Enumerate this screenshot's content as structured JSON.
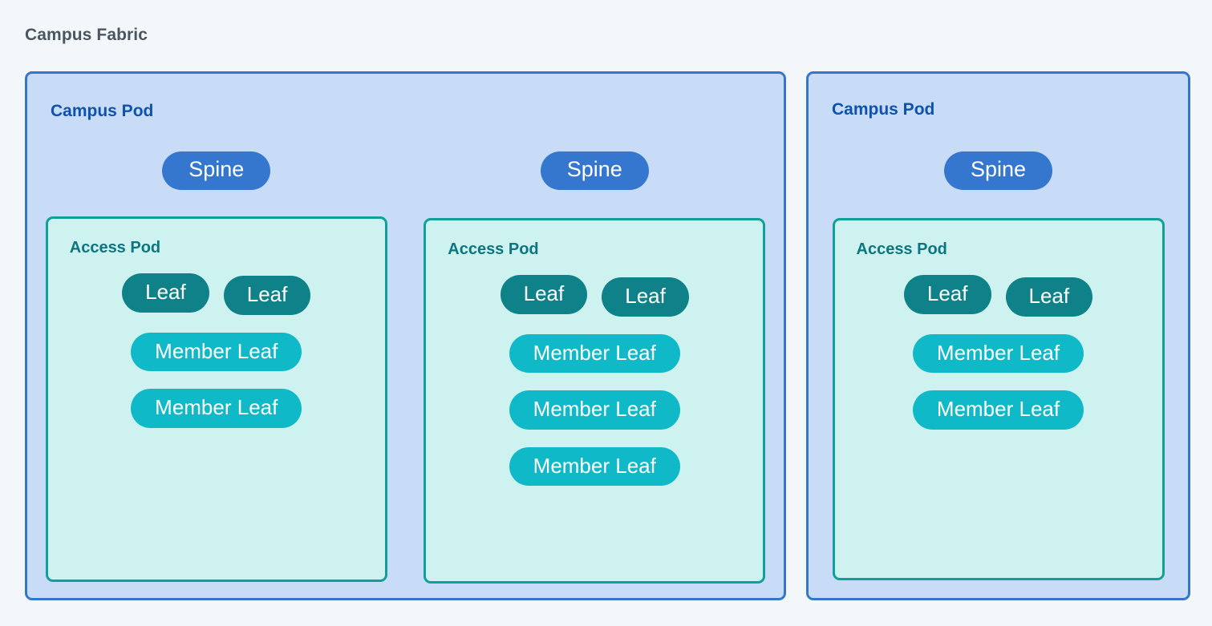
{
  "title": "Campus Fabric",
  "colors": {
    "page_background": "#f4f7fa",
    "title_text": "#4a5562",
    "campus_pod_fill": "#c8dcf8",
    "campus_pod_border": "#3576cc",
    "campus_pod_label": "#0f52ad",
    "access_pod_fill": "#cdf2ef",
    "access_pod_border": "#11a098",
    "access_pod_label": "#0d7580",
    "spine_pill": "#3576cf",
    "leaf_pill": "#0e8288",
    "member_leaf_pill": "#10b9c8",
    "pill_text": "#ffffff"
  },
  "campus_pods": [
    {
      "label": "Campus Pod",
      "spines": [
        {
          "label": "Spine"
        },
        {
          "label": "Spine"
        }
      ],
      "access_pods": [
        {
          "label": "Access Pod",
          "leaves": [
            {
              "label": "Leaf"
            },
            {
              "label": "Leaf"
            }
          ],
          "member_leaves": [
            {
              "label": "Member Leaf"
            },
            {
              "label": "Member Leaf"
            }
          ]
        },
        {
          "label": "Access Pod",
          "leaves": [
            {
              "label": "Leaf"
            },
            {
              "label": "Leaf"
            }
          ],
          "member_leaves": [
            {
              "label": "Member Leaf"
            },
            {
              "label": "Member Leaf"
            },
            {
              "label": "Member Leaf"
            }
          ]
        }
      ]
    },
    {
      "label": "Campus Pod",
      "spines": [
        {
          "label": "Spine"
        }
      ],
      "access_pods": [
        {
          "label": "Access Pod",
          "leaves": [
            {
              "label": "Leaf"
            },
            {
              "label": "Leaf"
            }
          ],
          "member_leaves": [
            {
              "label": "Member Leaf"
            },
            {
              "label": "Member Leaf"
            }
          ]
        }
      ]
    }
  ]
}
